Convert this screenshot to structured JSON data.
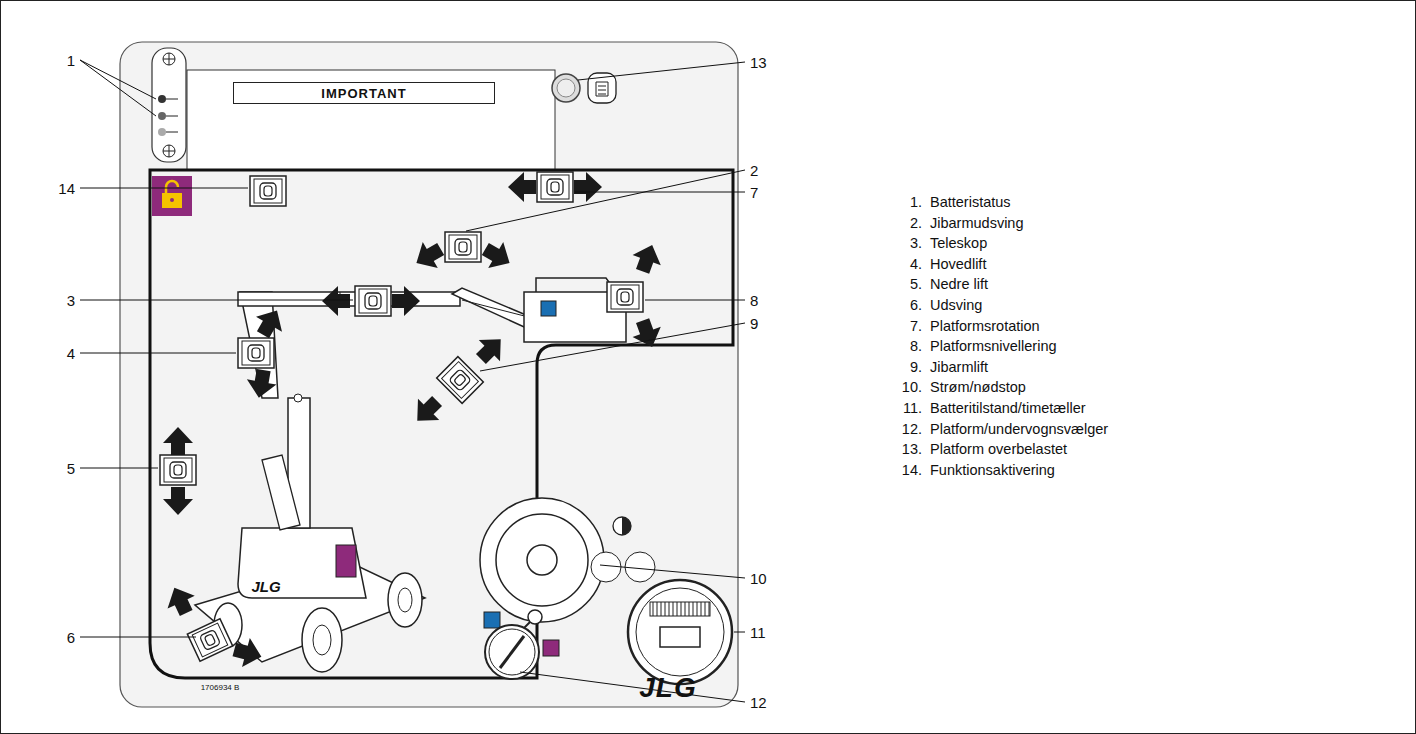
{
  "diagram": {
    "nodes": [
      {
        "text": [
          "IMPORTANT"
        ]
      }
    ],
    "labels": [
      "1",
      "2",
      "3",
      "4",
      "5",
      "6",
      "7",
      "8",
      "9",
      "10",
      "11",
      "12",
      "13",
      "14",
      "1.",
      "Batteristatus",
      "2.",
      "Jibarmudsving",
      "3.",
      "Teleskop",
      "4.",
      "Hovedlift",
      "5.",
      "Nedre lift",
      "6.",
      "Udsving",
      "7.",
      "Platformsrotation",
      "8.",
      "Platformsnivellering",
      "9.",
      "Jibarmlift",
      "10.",
      "Strøm/nødstop",
      "11.",
      "Batteritilstand/timetæller",
      "12.",
      "Platform/undervognsvælger",
      "13.",
      "Platform overbelastet",
      "14.",
      "Funktionsaktivering",
      "JLG",
      "JLG",
      "1706934 B"
    ]
  }
}
